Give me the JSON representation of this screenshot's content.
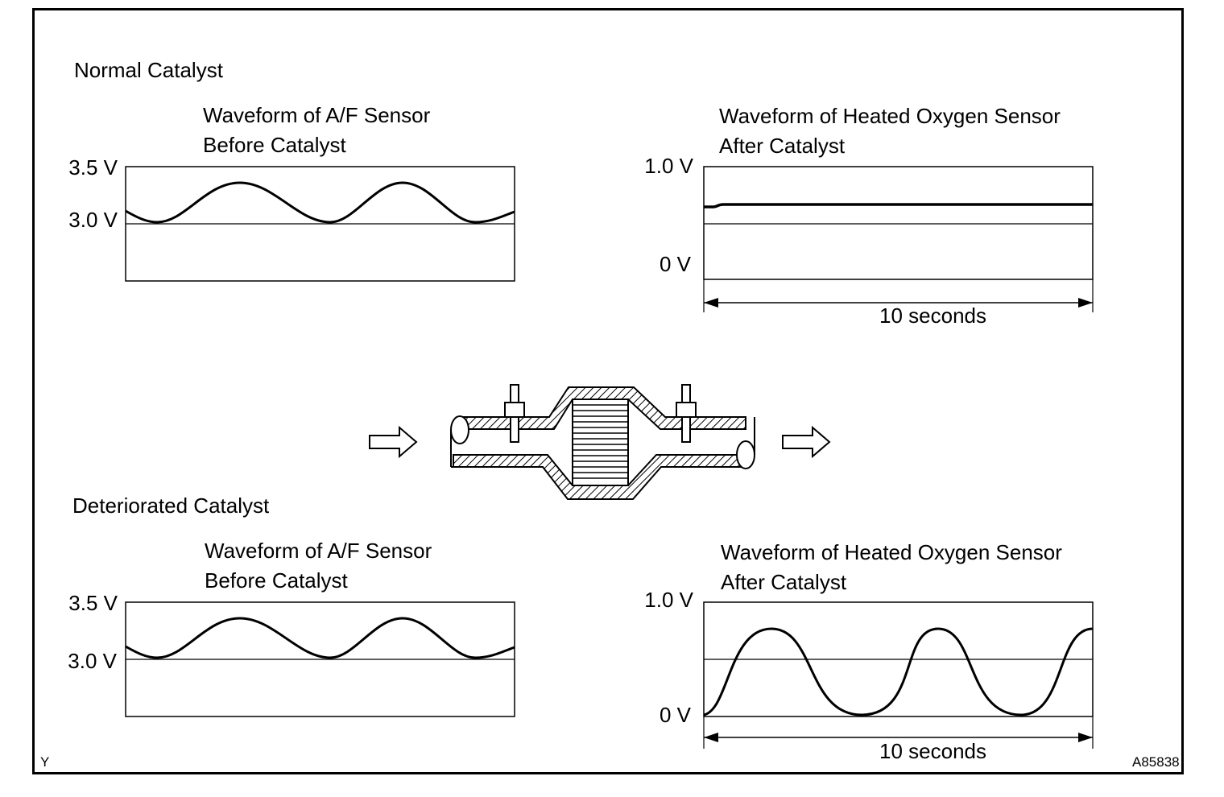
{
  "normal": {
    "heading": "Normal Catalyst",
    "af": {
      "title_line1": "Waveform of A/F Sensor",
      "title_line2": "Before Catalyst",
      "y_top": "3.5 V",
      "y_mid": "3.0 V"
    },
    "o2": {
      "title_line1": "Waveform of Heated Oxygen Sensor",
      "title_line2": "After Catalyst",
      "y_top": "1.0 V",
      "y_bottom": "0 V",
      "time_label": "10 seconds"
    }
  },
  "deteriorated": {
    "heading": "Deteriorated Catalyst",
    "af": {
      "title_line1": "Waveform of A/F Sensor",
      "title_line2": "Before Catalyst",
      "y_top": "3.5 V",
      "y_mid": "3.0 V"
    },
    "o2": {
      "title_line1": "Waveform of Heated Oxygen Sensor",
      "title_line2": "After Catalyst",
      "y_top": "1.0 V",
      "y_bottom": "0 V",
      "time_label": "10 seconds"
    }
  },
  "corner_left": "Y",
  "corner_right": "A85838"
}
